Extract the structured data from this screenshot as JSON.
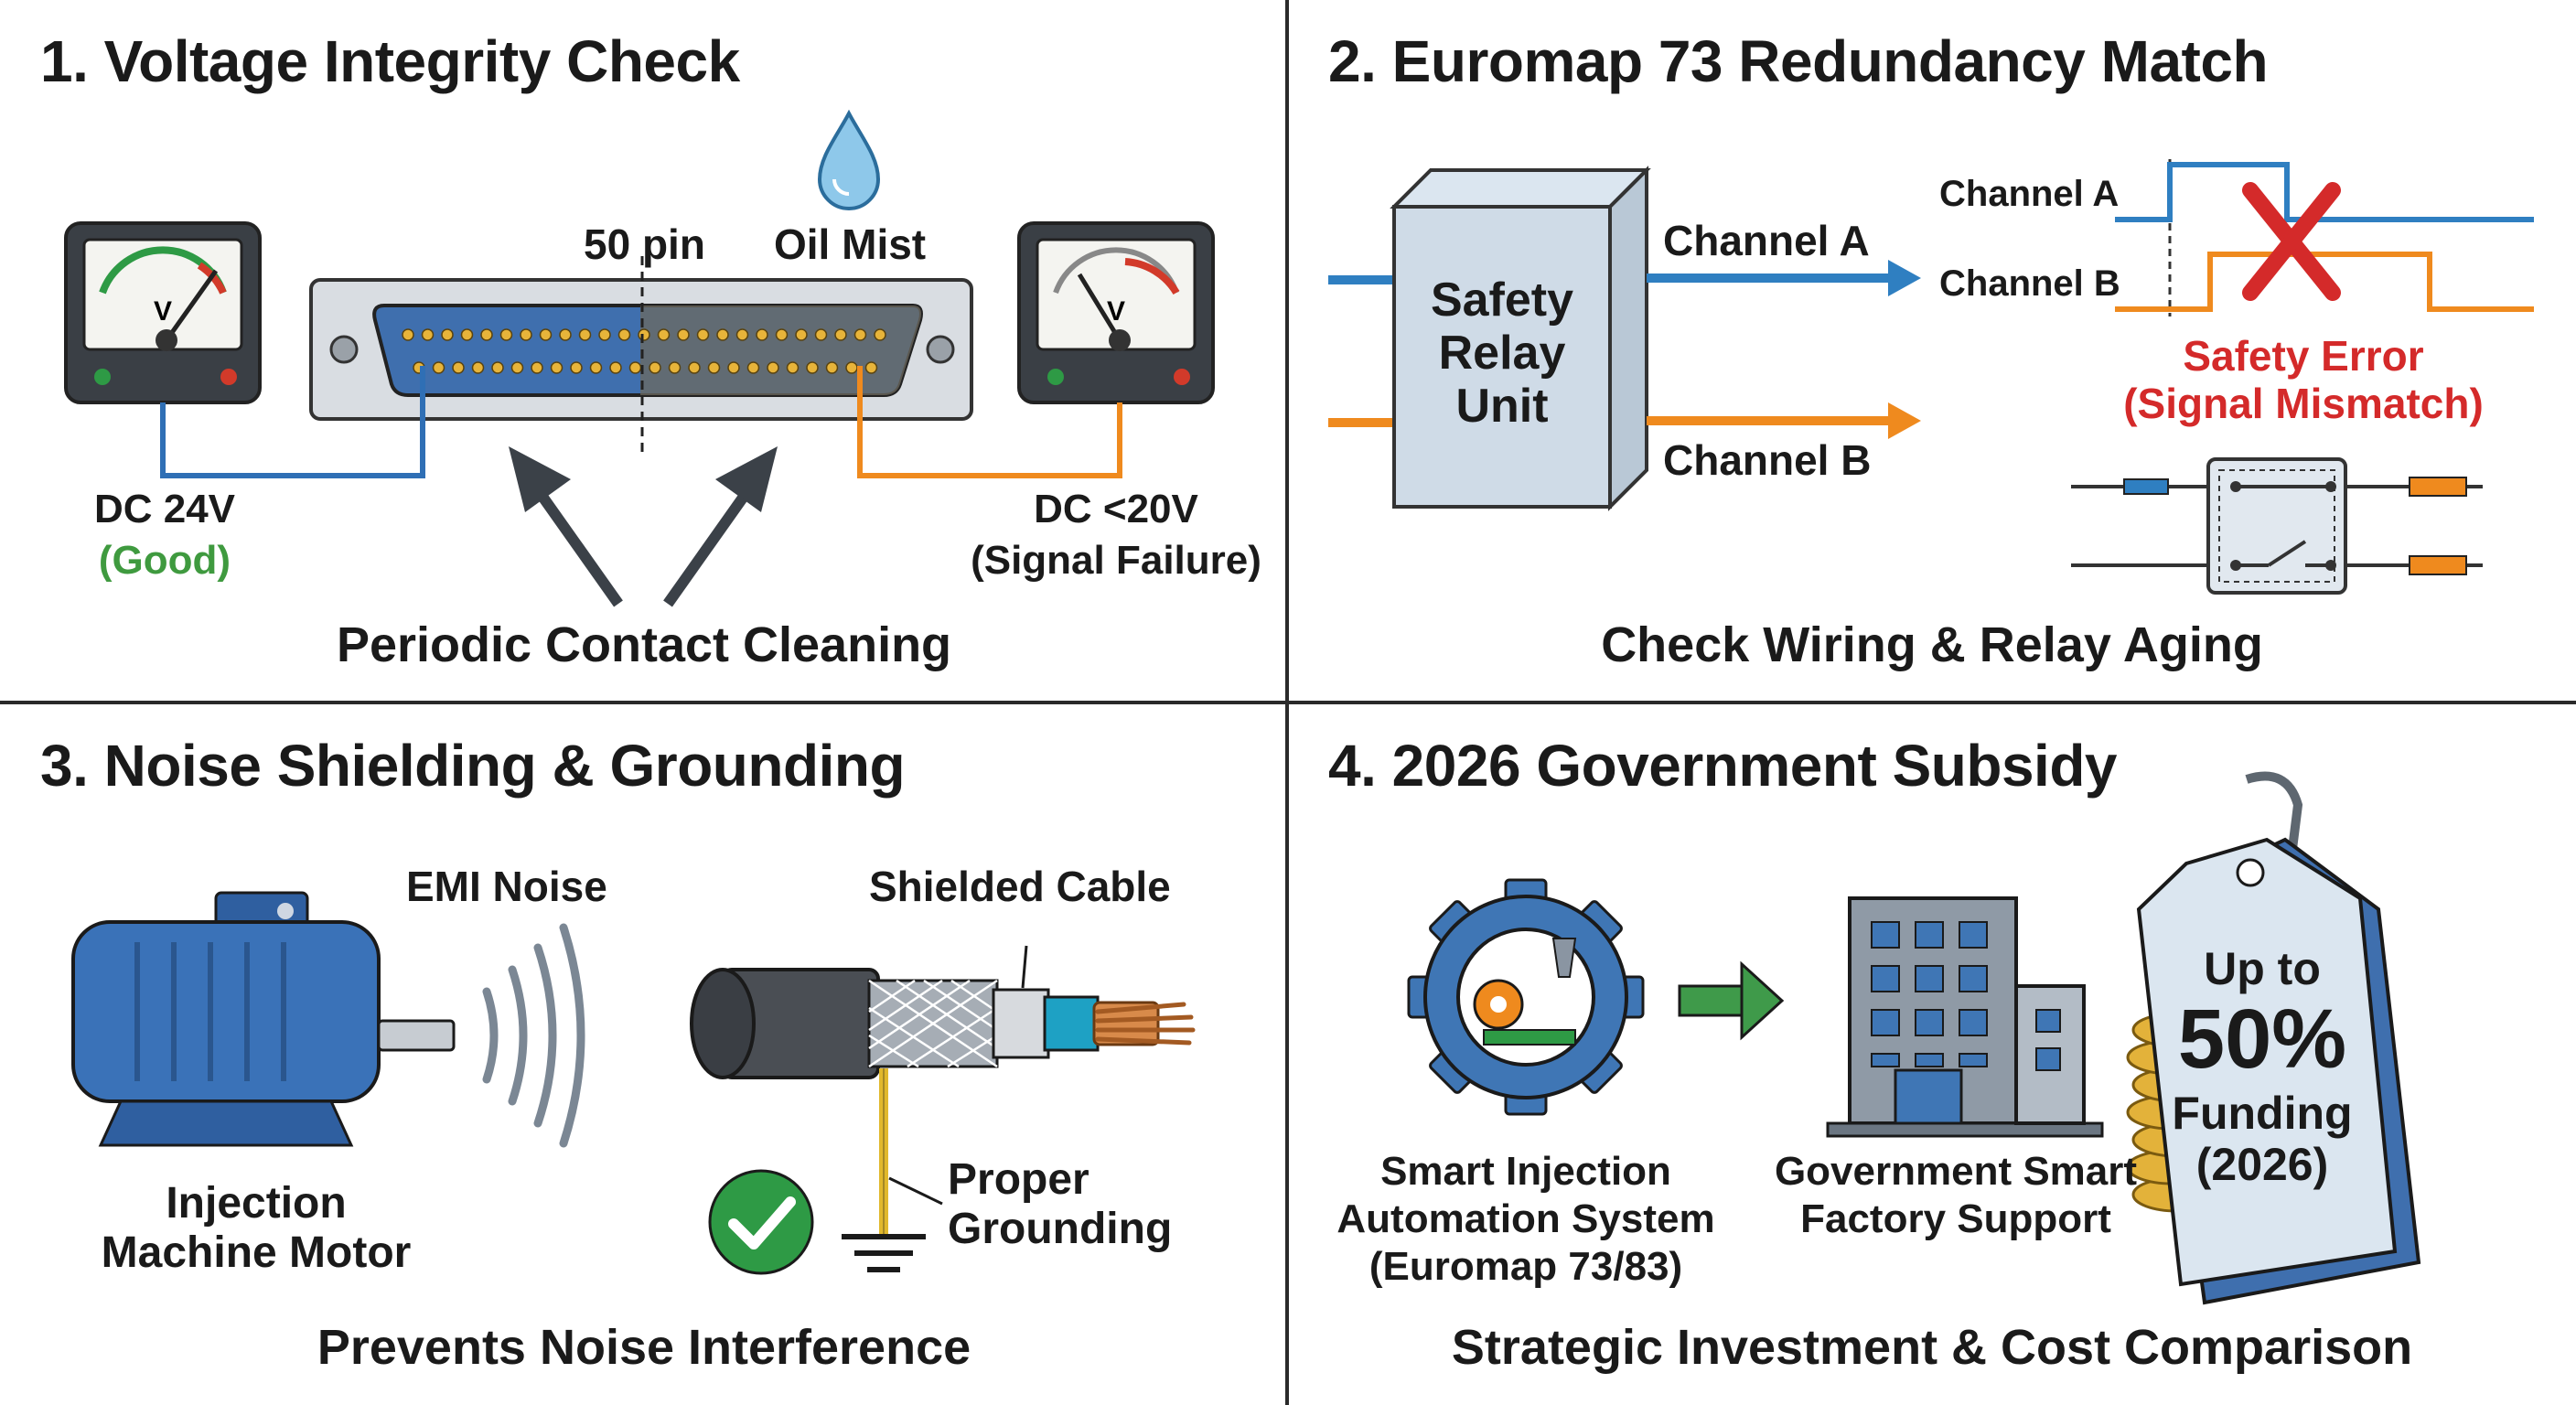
{
  "panel1": {
    "title": "1. Voltage Integrity Check",
    "pins_label": "50 pin",
    "oil_label": "Oil Mist",
    "left_meter": {
      "value": "DC 24V",
      "status": "(Good)",
      "unit_glyph": "V"
    },
    "right_meter": {
      "value": "DC <20V",
      "status": "(Signal Failure)",
      "unit_glyph": "V"
    },
    "caption": "Periodic Contact Cleaning",
    "icons": [
      "voltmeter-icon",
      "connector-icon",
      "oil-drop-icon",
      "arrow-icon"
    ]
  },
  "panel2": {
    "title": "2. Euromap 73 Redundancy Match",
    "relay_label_lines": [
      "Safety",
      "Relay",
      "Unit"
    ],
    "out_a": "Channel A",
    "out_b": "Channel B",
    "signal_a": "Channel A",
    "signal_b": "Channel B",
    "error_line1": "Safety Error",
    "error_line2": "(Signal Mismatch)",
    "caption": "Check Wiring & Relay Aging",
    "colors": {
      "channel_a": "#2f7fc1",
      "channel_b": "#ef8a1e",
      "error": "#d42a2a"
    }
  },
  "panel3": {
    "title": "3. Noise Shielding & Grounding",
    "emi_label": "EMI Noise",
    "cable_label": "Shielded Cable",
    "motor_line1": "Injection",
    "motor_line2": "Machine Motor",
    "ground_line1": "Proper",
    "ground_line2": "Grounding",
    "caption": "Prevents Noise Interference",
    "icons": [
      "motor-icon",
      "noise-waves-icon",
      "cable-icon",
      "ground-icon",
      "check-icon"
    ]
  },
  "panel4": {
    "title": "4. 2026 Government Subsidy",
    "system_line1": "Smart Injection",
    "system_line2": "Automation System",
    "system_line3": "(Euromap 73/83)",
    "support_line1": "Government Smart",
    "support_line2": "Factory Support",
    "tag_line1": "Up to",
    "tag_line2": "50%",
    "tag_line3": "Funding",
    "tag_line4": "(2026)",
    "caption": "Strategic Investment & Cost Comparison",
    "icons": [
      "gear-icon",
      "arrow-icon",
      "building-icon",
      "coins-icon",
      "price-tag-icon"
    ]
  }
}
